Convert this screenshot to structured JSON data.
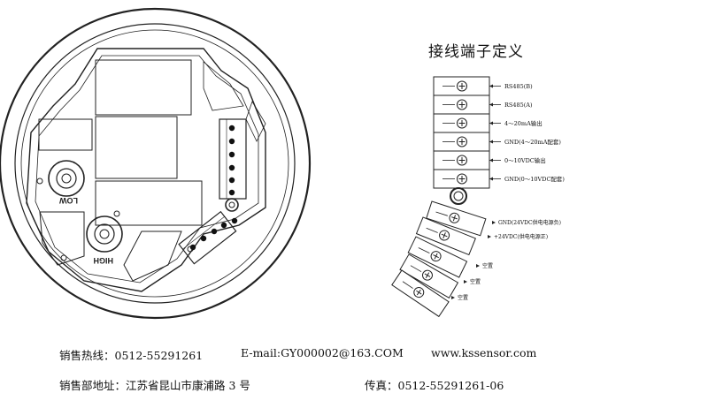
{
  "diagram": {
    "title": "接线端子定义",
    "board_labels": {
      "low": "LOW",
      "high": "HIGH"
    },
    "terminal_upper": [
      {
        "label": "RS485(B)"
      },
      {
        "label": "RS485(A)"
      },
      {
        "label": "4～20mA输出"
      },
      {
        "label": "GND(4～20mA配套)"
      },
      {
        "label": "0～10VDC输出"
      },
      {
        "label": "GND(0～10VDC配套)"
      }
    ],
    "terminal_lower": [
      {
        "label": "GND(24VDC供电电源负)"
      },
      {
        "label": "+24VDC(供电电源正)"
      },
      {
        "label": "空置"
      },
      {
        "label": "空置"
      },
      {
        "label": "空置"
      }
    ]
  },
  "footer": {
    "hotline": "销售热线：0512-55291261",
    "email": "E-mail:GY000002@163.COM",
    "website": "www.kssensor.com",
    "address": "销售部地址：江苏省昆山市康浦路 3 号",
    "fax": "传真：0512-55291261-06"
  }
}
